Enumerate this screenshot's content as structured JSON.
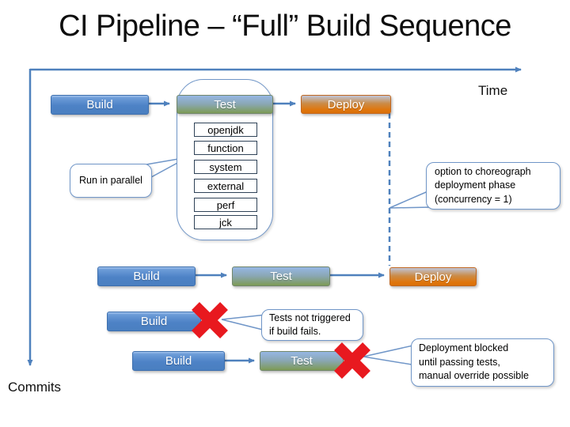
{
  "title": "CI Pipeline – “Full” Build Sequence",
  "axes": {
    "time_label": "Time",
    "commits_label": "Commits"
  },
  "row1": {
    "build": "Build",
    "test": "Test",
    "deploy": "Deploy",
    "test_items": [
      "openjdk",
      "function",
      "system",
      "external",
      "perf",
      "jck"
    ]
  },
  "row2": {
    "build": "Build",
    "test": "Test",
    "deploy": "Deploy"
  },
  "row3": {
    "build": "Build"
  },
  "row4": {
    "build": "Build",
    "test": "Test"
  },
  "callouts": {
    "run_in_parallel": "Run in parallel",
    "choreograph": "option to choreograph\ndeployment phase\n(concurrency = 1)",
    "tests_not_triggered": "Tests not triggered\nif build fails.",
    "deployment_blocked": "Deployment blocked\nuntil passing tests,\nmanual override possible"
  },
  "colors": {
    "accent_blue": "#4f81bd",
    "build_blue": "#4d82c6",
    "test_green": "#7d9b55",
    "deploy_orange": "#e0750b",
    "red_x": "#e8191f",
    "callout_border": "#7096c8"
  }
}
